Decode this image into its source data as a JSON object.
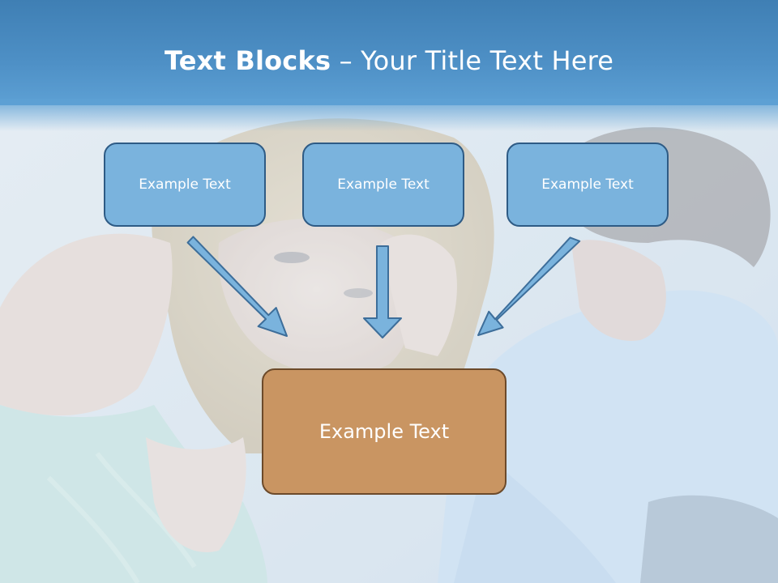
{
  "slide": {
    "title_bold": "Text Blocks",
    "title_separator": " – ",
    "title_rest": "Your Title Text Here"
  },
  "diagram": {
    "top_boxes": [
      {
        "label": "Example Text"
      },
      {
        "label": "Example Text"
      },
      {
        "label": "Example Text"
      }
    ],
    "bottom_box": {
      "label": "Example Text"
    }
  },
  "colors": {
    "header": "#4e90c6",
    "top_box_fill": "#7ab3dd",
    "top_box_border": "#2e5b85",
    "bottom_box_fill": "#c99562",
    "bottom_box_border": "#6c4a2a",
    "arrow_fill": "#7ab3dd",
    "arrow_stroke": "#3d6e9a"
  }
}
